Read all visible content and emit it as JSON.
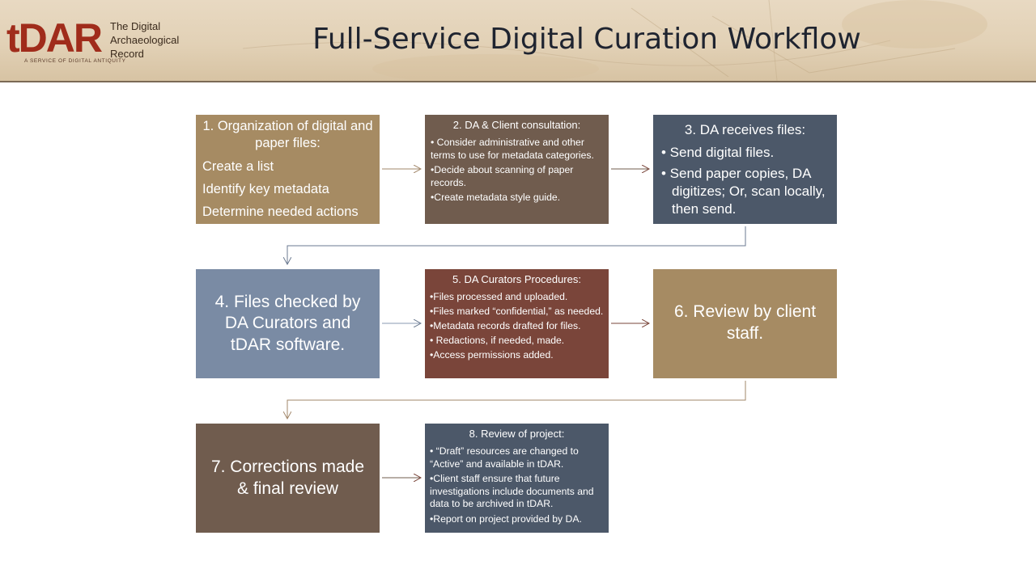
{
  "header": {
    "logo_mark": "tDAR",
    "logo_line1": "The Digital",
    "logo_line2": "Archaeological",
    "logo_line3": "Record",
    "logo_sub": "A SERVICE OF DIGITAL ANTIQUITY",
    "title": "Full-Service Digital Curation Workflow"
  },
  "steps": [
    {
      "heading": "1. Organization of digital and paper files:",
      "lines": [
        "Create a  list",
        "Identify key metadata",
        "Determine needed actions"
      ]
    },
    {
      "heading": "2. DA  & Client consultation:",
      "bullets": [
        "• Consider administrative and other terms to use for metadata categories.",
        "•Decide about  scanning of paper records.",
        "•Create metadata style guide."
      ]
    },
    {
      "heading": "3. DA receives files:",
      "bullets": [
        "• Send digital files.",
        "• Send paper copies, DA digitizes; Or, scan locally, then send."
      ]
    },
    {
      "text": "4. Files checked by DA Curators and tDAR software."
    },
    {
      "heading": "5. DA Curators Procedures:",
      "bullets": [
        "•Files processed and uploaded.",
        "•Files marked “confidential,” as needed.",
        "•Metadata records drafted for files.",
        "• Redactions, if needed, made.",
        "•Access permissions added."
      ]
    },
    {
      "text": "6. Review by client staff."
    },
    {
      "text": "7. Corrections made & final review"
    },
    {
      "heading": "8. Review of project:",
      "bullets": [
        "• “Draft”  resources are changed to “Active” and available in tDAR.",
        "•Client staff ensure that future investigations include documents and data to be archived in tDAR.",
        "•Report on project provided by DA."
      ]
    }
  ],
  "colors": {
    "tan": "#a68b63",
    "brown": "#705c4e",
    "slate": "#4c5869",
    "blue_gray": "#7a8ba4",
    "rust": "#7a453a",
    "connector_dark": "#6b7a90",
    "connector_brown": "#a2876a",
    "logo_red": "#a02c1b"
  }
}
